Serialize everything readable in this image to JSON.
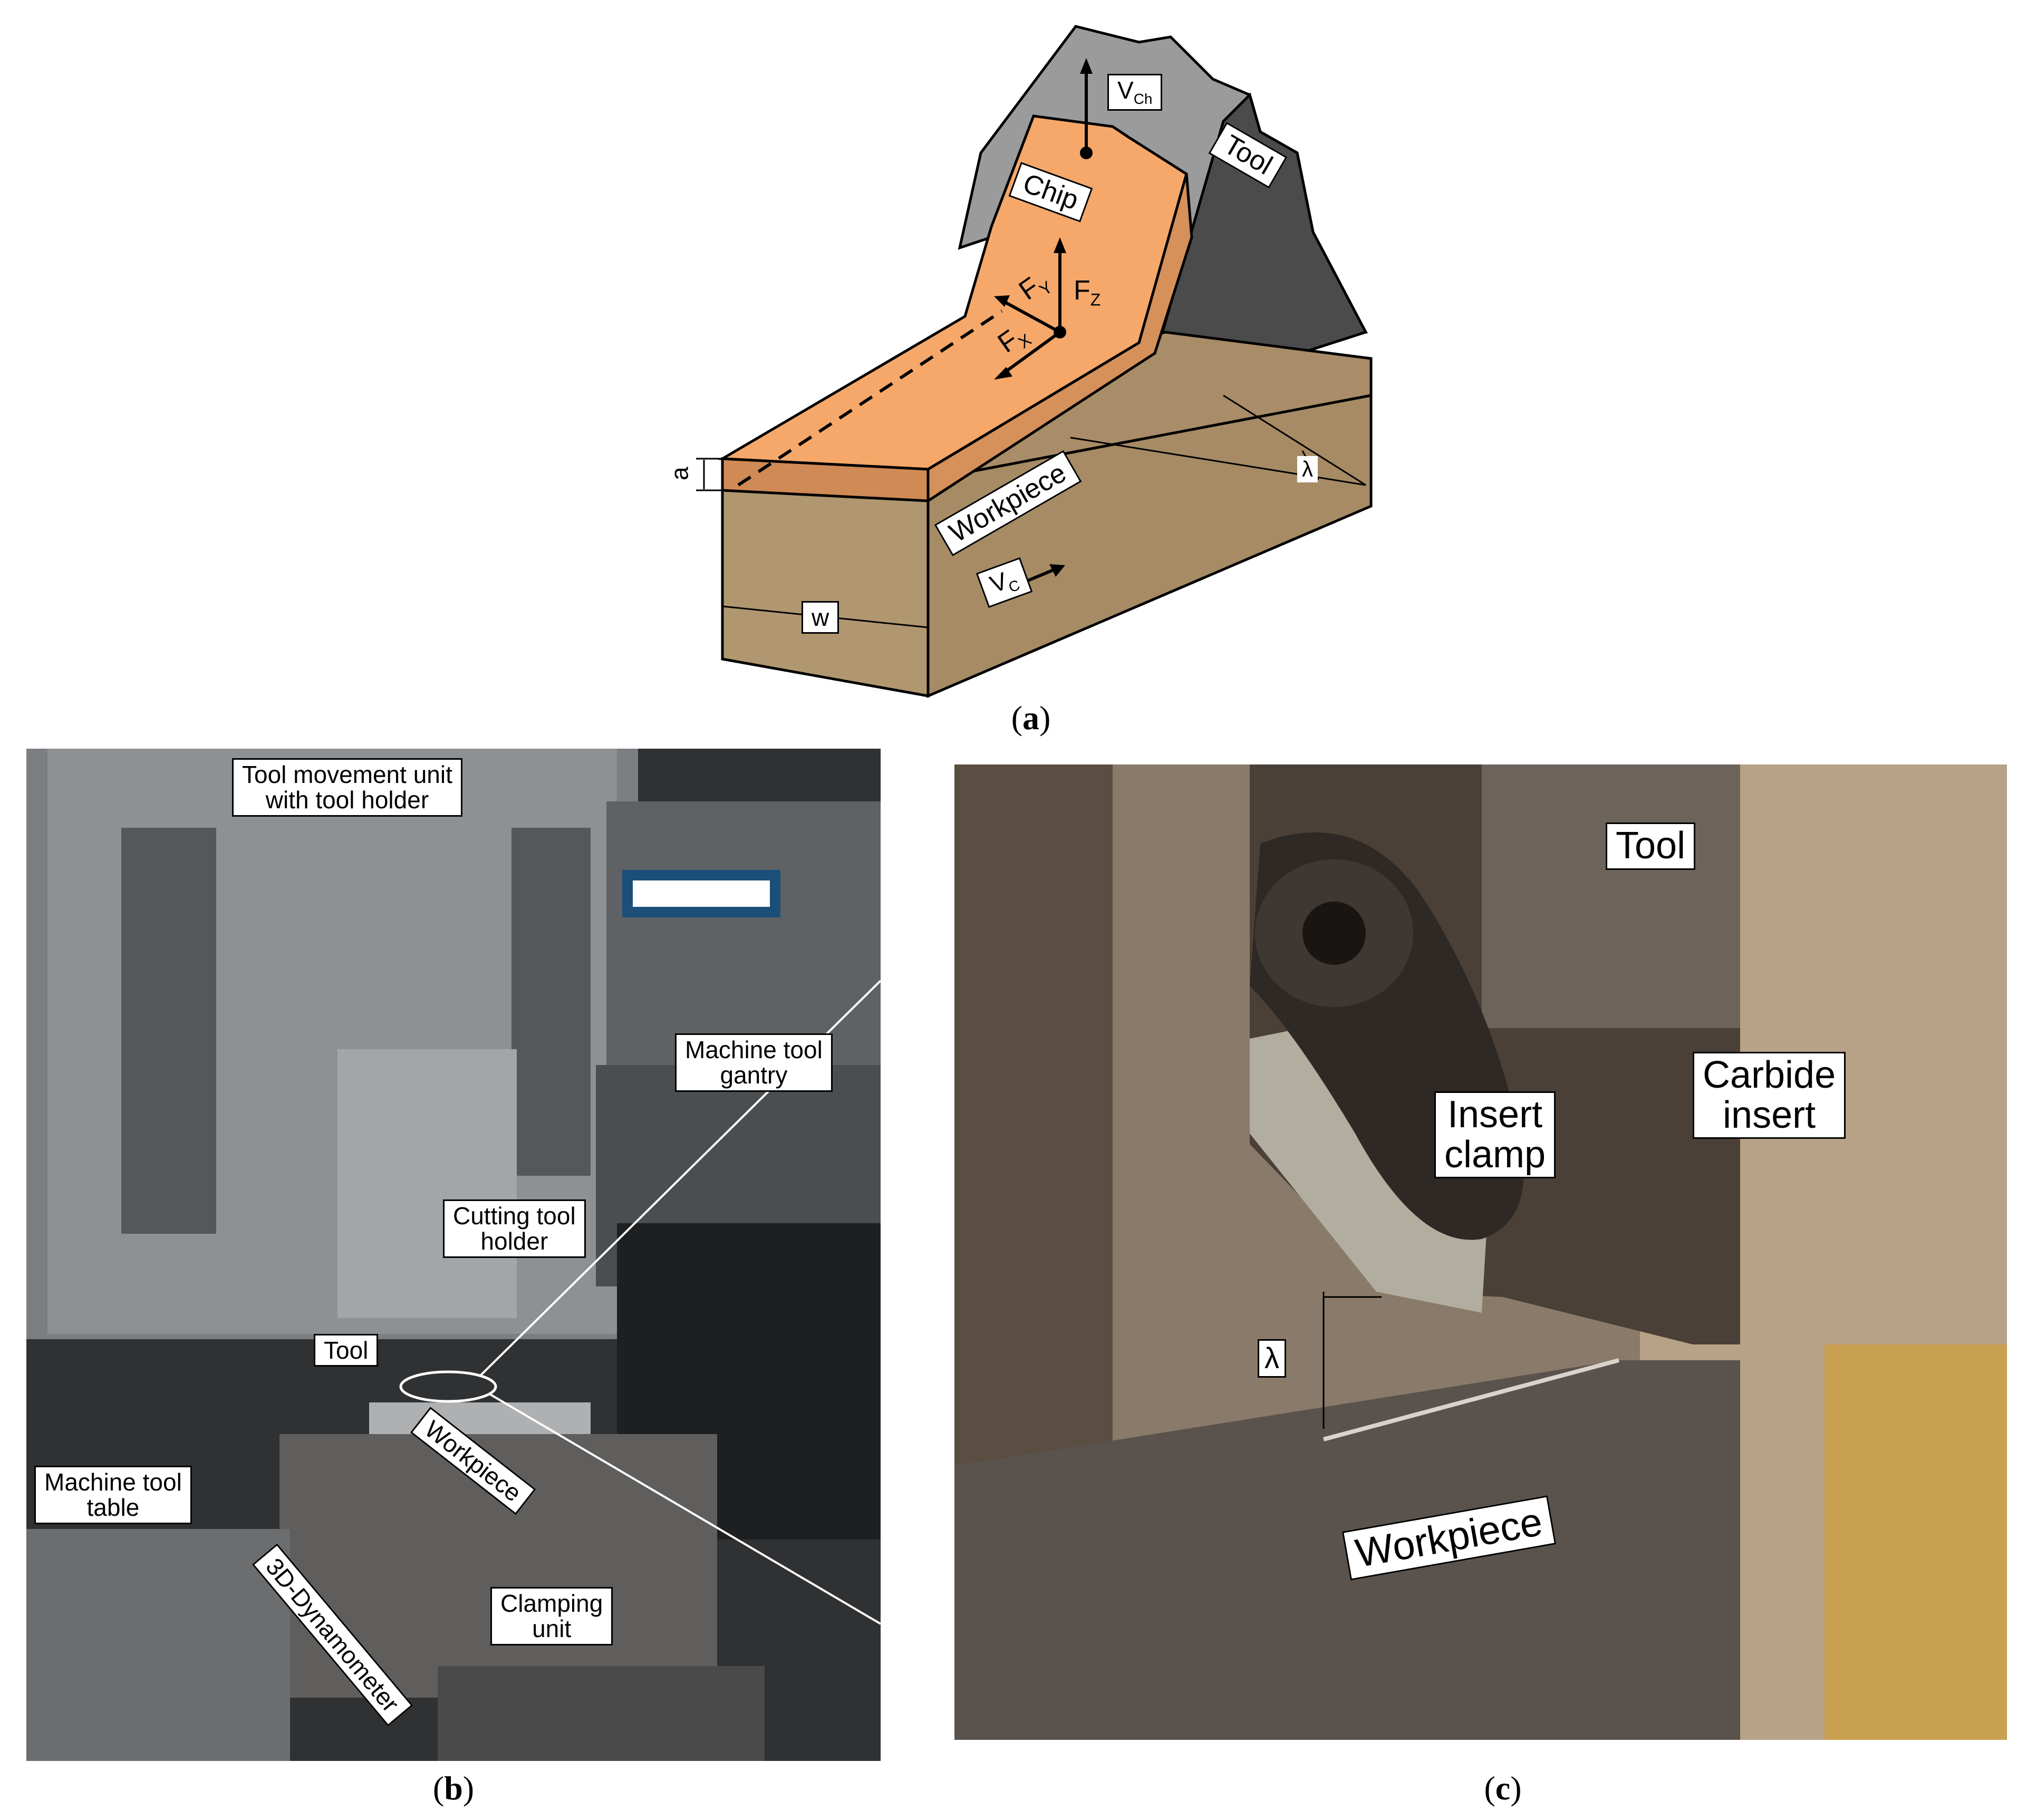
{
  "panel_a": {
    "caption": "a",
    "labels": {
      "v_ch": "V",
      "v_ch_sub": "Ch",
      "tool": "Tool",
      "chip": "Chip",
      "f_y": "F",
      "f_y_sub": "Y",
      "f_z": "F",
      "f_z_sub": "Z",
      "f_x": "F",
      "f_x_sub": "X",
      "a": "a",
      "workpiece": "Workpiece",
      "v_c": "V",
      "v_c_sub": "C",
      "w": "w",
      "lambda": "λ"
    },
    "colors": {
      "chip": "#f5a86a",
      "chip_side": "#d08a55",
      "workpiece_top": "#a98d68",
      "workpiece_front": "#b09770",
      "tool": "#9a9a9a",
      "tool_dark": "#4a4a4a"
    }
  },
  "panel_b": {
    "caption": "b",
    "labels": {
      "tool_movement": "Tool movement unit\nwith tool holder",
      "gantry": "Machine tool\ngantry",
      "cutting_holder": "Cutting tool\nholder",
      "tool": "Tool",
      "workpiece": "Workpiece",
      "table": "Machine tool\ntable",
      "dynamometer": "3D-Dynamometer",
      "clamping": "Clamping\nunit"
    }
  },
  "panel_c": {
    "caption": "c",
    "labels": {
      "tool": "Tool",
      "carbide": "Carbide\ninsert",
      "clamp": "Insert\nclamp",
      "lambda": "λ",
      "workpiece": "Workpiece"
    }
  }
}
